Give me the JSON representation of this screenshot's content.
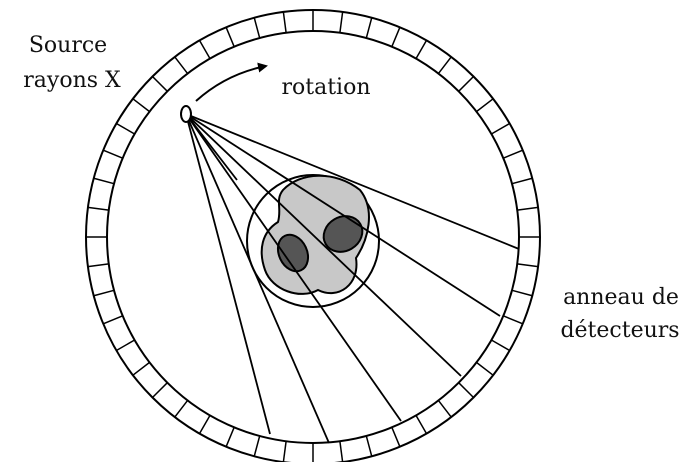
{
  "labels": {
    "source_line1": "Source",
    "source_line2": "rayons X",
    "rotation": "rotation",
    "detector_line1": "anneau de",
    "detector_line2": "détecteurs"
  },
  "colors": {
    "stroke": "#000000",
    "object_light": "#c8c8c8",
    "object_dark": "#555555",
    "background": "#ffffff"
  },
  "diagram": {
    "detector_segments": 48,
    "ray_count": 7
  }
}
